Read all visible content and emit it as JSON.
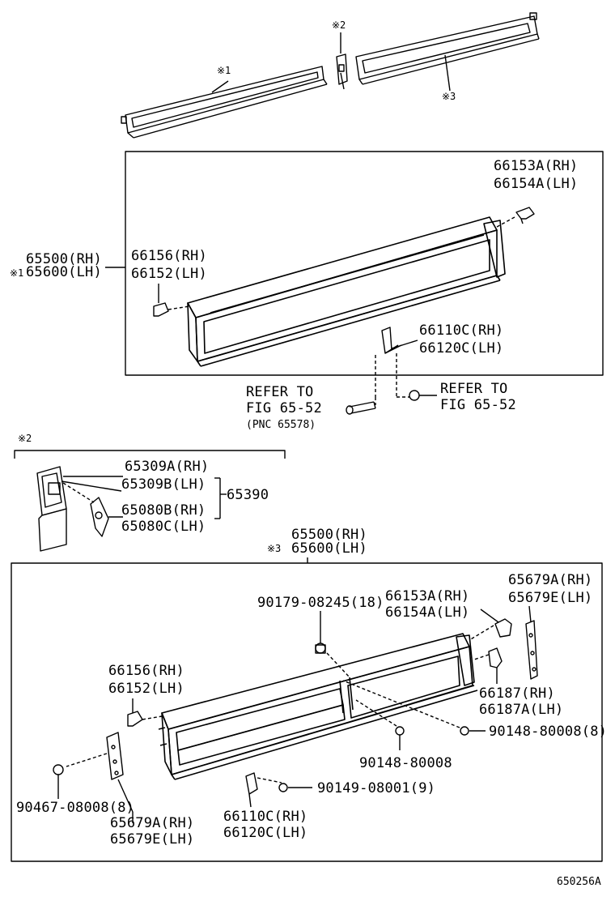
{
  "marks": {
    "m1": "※1",
    "m2": "※2",
    "m3": "※3"
  },
  "top": {
    "assembly": {
      "rh": "65500(RH)",
      "lh": "65600(LH)"
    },
    "clip_upper": {
      "rh": "66153A(RH)",
      "lh": "66154A(LH)"
    },
    "clip_left": {
      "rh": "66156(RH)",
      "lh": "66152(LH)"
    },
    "bracket": {
      "rh": "66110C(RH)",
      "lh": "66120C(LH)"
    },
    "refer_left": {
      "line1": "REFER TO",
      "line2": "FIG 65-52",
      "line3": "(PNC 65578)"
    },
    "refer_right": {
      "line1": "REFER TO",
      "line2": "FIG 65-52"
    }
  },
  "latch": {
    "part_a": {
      "rh": "65309A(RH)",
      "lh": "65309B(LH)"
    },
    "part_b": {
      "rh": "65080B(RH)",
      "lh": "65080C(LH)"
    },
    "assy": "65390"
  },
  "bottom": {
    "assembly": {
      "rh": "65500(RH)",
      "lh": "65600(LH)"
    },
    "bolt_top": "90179-08245(18)",
    "clip_upper": {
      "rh": "66153A(RH)",
      "lh": "66154A(LH)"
    },
    "hinge_right": {
      "rh": "65679A(RH)",
      "lh": "65679E(LH)"
    },
    "clip_left": {
      "rh": "66156(RH)",
      "lh": "66152(LH)"
    },
    "bracket_right": {
      "rh": "66187(RH)",
      "lh": "66187A(LH)"
    },
    "screw_right": "90148-80008(8)",
    "screw_mid": "90148-80008",
    "screw_left": "90467-08008(8)",
    "screw_bottom": "90149-08001(9)",
    "hinge_left": {
      "rh": "65679A(RH)",
      "lh": "65679E(LH)"
    },
    "bracket_bottom": {
      "rh": "66110C(RH)",
      "lh": "66120C(LH)"
    }
  },
  "figure_id": "650256A"
}
